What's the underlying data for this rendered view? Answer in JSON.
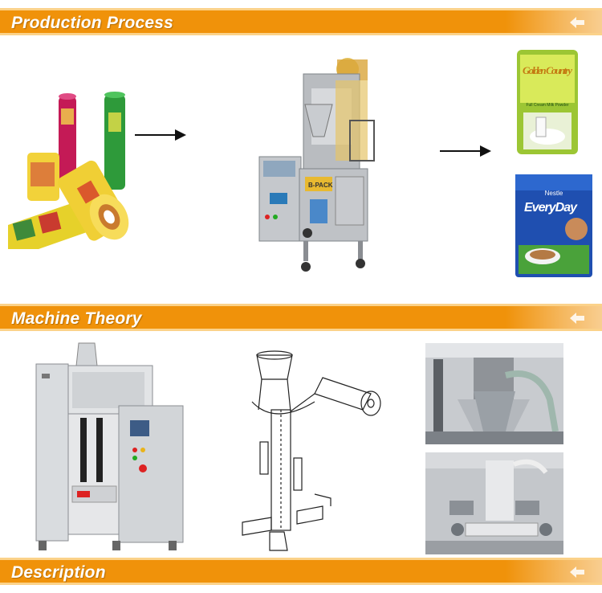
{
  "sections": {
    "production": {
      "title": "Production Process"
    },
    "theory": {
      "title": "Machine Theory"
    },
    "description": {
      "title": "Description"
    }
  },
  "products": {
    "product1_brand": "Golden Country",
    "product1_text": "Full Cream Milk Powder",
    "product2_maker": "Nestle",
    "product2_brand": "EveryDay"
  },
  "machine_panel_label": "B-PACK"
}
